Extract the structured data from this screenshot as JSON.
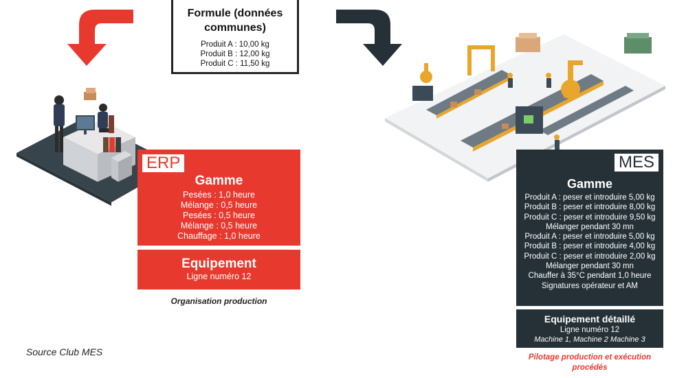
{
  "formula": {
    "title": "Formule (données communes)",
    "lines": [
      "Produit A : 10,00 kg",
      "Produit B : 12,00 kg",
      "Produit C : 11,50 kg"
    ]
  },
  "erp": {
    "tag": "ERP",
    "gamme_title": "Gamme",
    "gamme_lines": [
      "Pesées : 1,0 heure",
      "Mélange : 0,5 heure",
      "Pesées : 0,5 heure",
      "Mélange : 0,5 heure",
      "Chauffage : 1,0 heure"
    ],
    "equip_title": "Equipement",
    "equip_line": "Ligne numéro 12",
    "caption": "Organisation production"
  },
  "mes": {
    "tag": "MES",
    "gamme_title": "Gamme",
    "gamme_lines": [
      "Produit A : peser et introduire 5,00 kg",
      "Produit B : peser et introduire 8,00 kg",
      "Produit C : peser et introduire 9,50 kg",
      "Mélanger pendant 30 mn",
      "Produit A : peser et introduire 5,00 kg",
      "Produit B : peser et introduire 4,00 kg",
      "Produit C : peser et introduire 2,00 kg",
      "Mélanger pendant 30 mn",
      "Chauffer à 35°C pendant 1,0 heure",
      "Signatures opérateur et AM"
    ],
    "equip_title": "Equipement détaillé",
    "equip_line": "Ligne numéro 12",
    "equip_machines": "Machine 1, Machine 2 Machine 3",
    "caption_line1": "Pilotage production et exécution",
    "caption_line2": "procédés"
  },
  "source": "Source Club MES",
  "colors": {
    "erp_red": "#e8392f",
    "mes_dark": "#253137",
    "arrow_dark": "#253137"
  },
  "icons": {
    "left_arrow": "curved-arrow-down-left-icon",
    "right_arrow": "curved-arrow-down-right-icon",
    "office": "office-illustration",
    "factory": "factory-illustration"
  }
}
